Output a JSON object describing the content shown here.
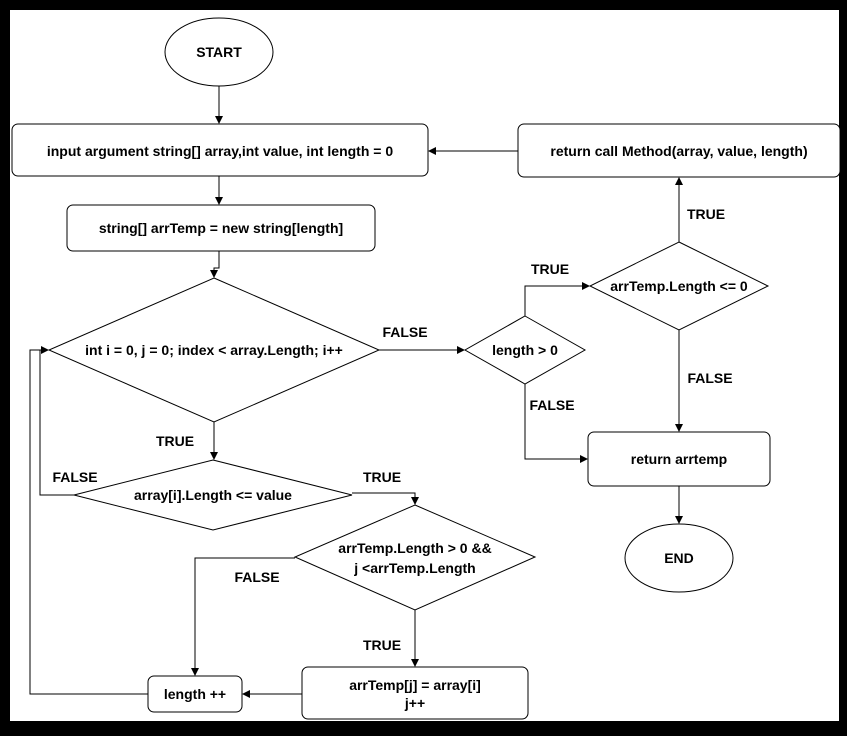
{
  "nodes": {
    "start": "START",
    "input": "input argument string[] array,int value, int length = 0",
    "arr_temp": "string[] arrTemp = new string[length]",
    "loop": "int i = 0, j = 0; index < array.Length; i++",
    "cond_value": "array[i].Length <= value",
    "cond_arr_line1": "arrTemp.Length > 0 &&",
    "cond_arr_line2": "j <arrTemp.Length",
    "assign_line1": "arrTemp[j] = array[i]",
    "assign_line2": "j++",
    "length_inc": "length ++",
    "length_gt0": "length > 0",
    "arrtemp_le0": "arrTemp.Length <= 0",
    "return_call": "return  call Method(array, value, length)",
    "return_arrtemp": "return arrtemp",
    "end": "END"
  },
  "edge_labels": {
    "loop_false": "FALSE",
    "loop_true": "TRUE",
    "value_false": "FALSE",
    "value_true": "TRUE",
    "arr_false": "FALSE",
    "arr_true": "TRUE",
    "len_true": "TRUE",
    "len_false": "FALSE",
    "le0_true": "TRUE",
    "le0_false": "FALSE"
  },
  "colors": {
    "background": "#000000",
    "canvas": "#ffffff",
    "stroke": "#000000",
    "text": "#000000"
  }
}
